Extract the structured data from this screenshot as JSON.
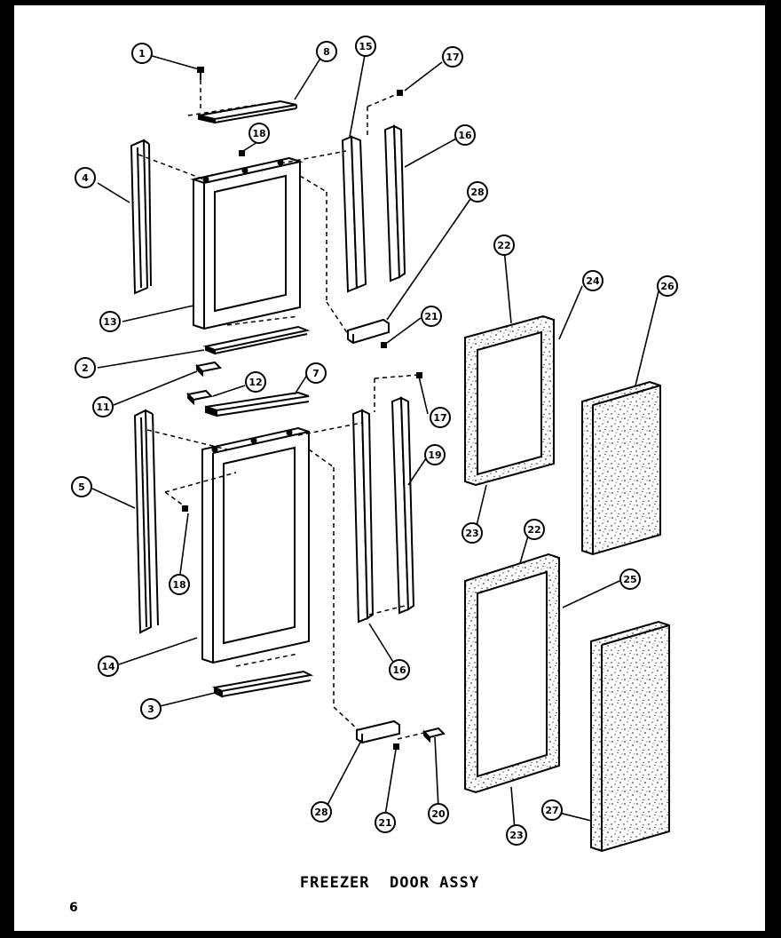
{
  "caption": "FREEZER  DOOR ASSY",
  "page_number": "6",
  "callouts": {
    "c1": "1",
    "c8": "8",
    "c15": "15",
    "c17a": "17",
    "c18a": "18",
    "c4": "4",
    "c16a": "16",
    "c28a": "28",
    "c13": "13",
    "c21a": "21",
    "c2": "2",
    "c11": "11",
    "c12": "12",
    "c7": "7",
    "c17b": "17",
    "c22a": "22",
    "c24": "24",
    "c26": "26",
    "c5": "5",
    "c19": "19",
    "c23a": "23",
    "c18b": "18",
    "c22b": "22",
    "c25": "25",
    "c14": "14",
    "c16b": "16",
    "c3": "3",
    "c28b": "28",
    "c21b": "21",
    "c20": "20",
    "c23b": "23",
    "c27": "27"
  }
}
